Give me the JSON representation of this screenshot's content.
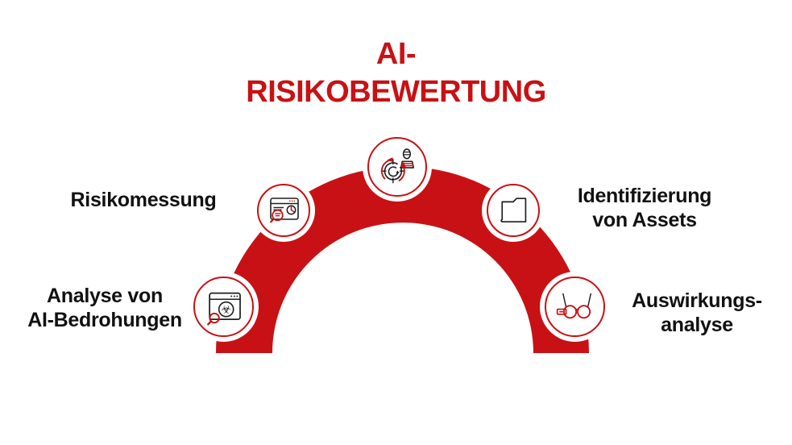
{
  "title": {
    "lines": [
      "AI-",
      "RISIKOBEWERTUNG"
    ]
  },
  "colors": {
    "accent_red": "#C81114",
    "icon_dark": "#1F1F1F",
    "label_text": "#111111",
    "background": "#FFFFFF"
  },
  "diagram": {
    "shape": "semicircular-arch",
    "nodes": [
      {
        "id": "ai-threat-analysis",
        "icon": "browser-biohazard-magnifier-icon",
        "label_lines": [
          "Analyse von",
          "AI-Bedrohungen"
        ],
        "label_side": "left"
      },
      {
        "id": "risk-measurement",
        "icon": "browser-metrics-magnifier-icon",
        "label_lines": [
          "Risikomessung"
        ],
        "label_side": "left"
      },
      {
        "id": "risk-cycle",
        "icon": "risk-cycle-person-icon",
        "label_lines": [],
        "label_side": "none"
      },
      {
        "id": "asset-identification",
        "icon": "folder-icon",
        "label_lines": [
          "Identifizierung",
          "von Assets"
        ],
        "label_side": "right"
      },
      {
        "id": "impact-analysis",
        "icon": "smart-glasses-icon",
        "label_lines": [
          "Auswirkungs-",
          "analyse"
        ],
        "label_side": "right"
      }
    ]
  }
}
